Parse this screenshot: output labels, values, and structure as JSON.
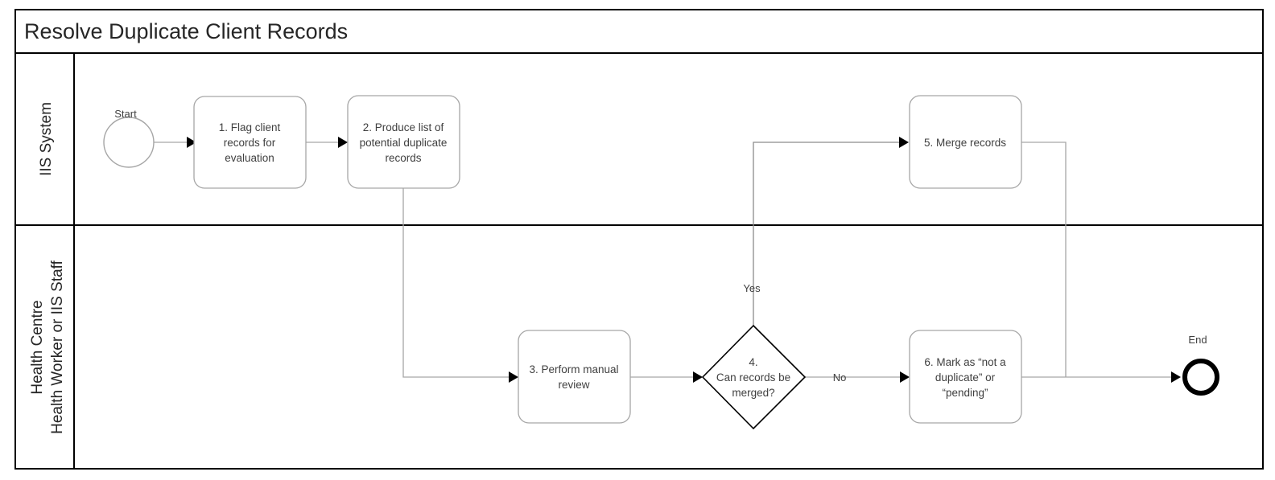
{
  "diagram": {
    "title": "Resolve Duplicate Client Records",
    "lanes": [
      {
        "id": "iis-system",
        "label_lines": [
          "IIS System"
        ]
      },
      {
        "id": "health-centre",
        "label_lines": [
          "Health Centre",
          "Health Worker or IIS Staff"
        ]
      }
    ],
    "events": [
      {
        "id": "start",
        "type": "start-event",
        "label": "Start"
      },
      {
        "id": "end",
        "type": "end-event",
        "label": "End"
      }
    ],
    "tasks": [
      {
        "id": "task-1",
        "lane": "iis-system",
        "lines": [
          "1. Flag client",
          "records for",
          "evaluation"
        ]
      },
      {
        "id": "task-2",
        "lane": "iis-system",
        "lines": [
          "2. Produce list of",
          "potential duplicate",
          "records"
        ]
      },
      {
        "id": "task-5",
        "lane": "iis-system",
        "lines": [
          "5. Merge records"
        ]
      },
      {
        "id": "task-3",
        "lane": "health-centre",
        "lines": [
          "3. Perform manual",
          "review"
        ]
      },
      {
        "id": "task-6",
        "lane": "health-centre",
        "lines": [
          "6. Mark as “not a",
          "duplicate” or",
          "“pending”"
        ]
      }
    ],
    "gateways": [
      {
        "id": "gateway-4",
        "lane": "health-centre",
        "lines": [
          "4.",
          "Can records be",
          "merged?"
        ]
      }
    ],
    "flow_labels": [
      {
        "id": "flow-yes",
        "label": "Yes"
      },
      {
        "id": "flow-no",
        "label": "No"
      }
    ],
    "colors": {
      "frame": "#000000",
      "task_stroke": "#a6a6a6",
      "gateway_stroke": "#000000",
      "connector": "#a6a6a6",
      "text": "#404040",
      "background": "#ffffff"
    }
  }
}
